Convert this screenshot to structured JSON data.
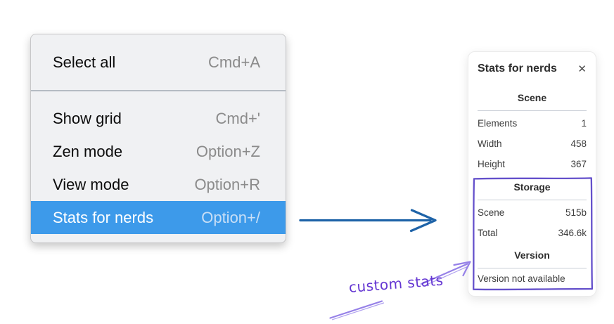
{
  "menu": {
    "sections": [
      {
        "items": [
          {
            "label": "Select all",
            "shortcut": "Cmd+A",
            "selected": false
          }
        ]
      },
      {
        "items": [
          {
            "label": "Show grid",
            "shortcut": "Cmd+'",
            "selected": false
          },
          {
            "label": "Zen mode",
            "shortcut": "Option+Z",
            "selected": false
          },
          {
            "label": "View mode",
            "shortcut": "Option+R",
            "selected": false
          },
          {
            "label": "Stats for nerds",
            "shortcut": "Option+/",
            "selected": true
          }
        ]
      }
    ]
  },
  "panel": {
    "title": "Stats for nerds",
    "close_glyph": "✕",
    "sections": [
      {
        "header": "Scene",
        "rows": [
          {
            "label": "Elements",
            "value": "1"
          },
          {
            "label": "Width",
            "value": "458"
          },
          {
            "label": "Height",
            "value": "367"
          }
        ]
      },
      {
        "header": "Storage",
        "rows": [
          {
            "label": "Scene",
            "value": "515b"
          },
          {
            "label": "Total",
            "value": "346.6k"
          }
        ]
      },
      {
        "header": "Version",
        "note": "Version not available"
      }
    ]
  },
  "annotation": {
    "label": "custom stats"
  },
  "colors": {
    "menu_selection_bg": "#3d9aea",
    "menu_selection_text": "#ffffff",
    "menu_shortcut": "#8b8b8b",
    "flow_arrow_blue": "#1e63a8",
    "highlight_box_purple": "#6450cb",
    "annotation_purple": "#6436d2",
    "annotation_arrow_purple": "#9681e8"
  }
}
